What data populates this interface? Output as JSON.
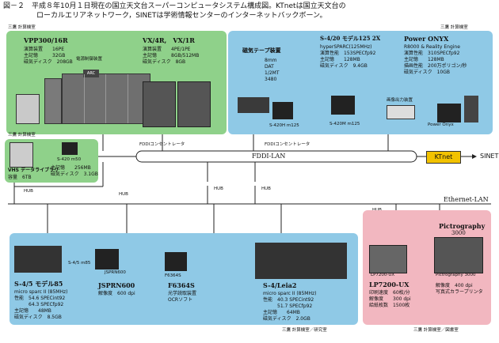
{
  "caption": {
    "line1": "図－２　平成８年10月１日現在の国立天文台スーパーコンピュータシステム構成図。KTnetは国立天文台の",
    "line2": "ローカルエリアネットワーク，SINETは学術情報センターのインターネットバックボーン。"
  },
  "location_labels": {
    "top_left": "三鷹 計算機室",
    "top_right": "三鷹 計算機室",
    "mid_left": "三鷹 計算機室",
    "bottom_center": "三鷹 計算機室／研究室",
    "bottom_right": "三鷹 計算機室／図書室"
  },
  "top_left_panel": {
    "vpp": {
      "title": "VPP300/16R",
      "specs": "演算装置　　16PE\n主記憶　　　32GB\n磁気ディスク　208GB"
    },
    "vx": {
      "title": "VX/4R,　VX/1R",
      "specs": "演算装置　　4PE/1PE\n主記憶　　　8GB/512MB\n磁気ディスク　8GB"
    },
    "cooling_label": "電源制御装置",
    "arc_label": "ARC"
  },
  "top_right_panel": {
    "tape": {
      "title": "磁気テープ装置",
      "specs": "8mm\nDAT\n1/2MT\n3480"
    },
    "s420": {
      "title": "S-4/20 モデル125 2X",
      "specs": "hyperSPARC(125MHz)\n演算性能　153SPECfp92\n主記憶　　128MB\n磁気ディスク　9.4GB"
    },
    "onyx": {
      "title": "Power ONYX",
      "specs": "R8000 & Reality Engine\n演算性能　310SPECfp92\n主記憶　　128MB\n描画性能　200万ポリゴン/秒\n磁気ディスク　10GB"
    },
    "s420h": "S-420H m125",
    "s420m": "S-420M m125",
    "print": "画像出力装置",
    "onyx_small": "Power Onyx"
  },
  "vhs_panel": {
    "title": "VHS データライブラリ",
    "capacity": "容量　6TB",
    "s420_label": "S-420 m50",
    "specs": "主記憶　　256MB\n磁気ディスク　3.1GB"
  },
  "network": {
    "fddi_label": "FDDI-LAN",
    "fddi_conc_left": "FDDIコンセントレータ",
    "fddi_conc_right": "FDDIコンセントレータ",
    "ktnet": "KTnet",
    "sinet": "SINET",
    "ethernet": "Ethernet-LAN",
    "hub": "HUB"
  },
  "bottom_left_panel": {
    "s45": {
      "title": "S-4/5 モデル85",
      "specs": "micro sparc II (85MHz)\n性能　54.6 SPECint92\n　　　64.3 SPECfp92\n主記憶　　48MB\n磁気ディスク　8.5GB"
    },
    "jspr": {
      "title": "JSPRN600",
      "specs": "解像度　600 dpi"
    },
    "f6364": {
      "title": "F6364S",
      "specs": "光学読取装置\nOCRソフト"
    },
    "leia": {
      "title": "S-4/Leia2",
      "specs": "micro sparc II (85MHz)\n性能　40.3 SPECint92\n　　　51.7 SPECfp92\n主記憶　　64MB\n磁気ディスク　2.0GB"
    },
    "s45_small": "S-4/5 m85",
    "jspr_small": "JSPRN600",
    "f6364_small": "F6364S"
  },
  "bottom_right_panel": {
    "lp": {
      "title": "LP7200-UX",
      "specs": "印刷速度　60枚/分\n解像度　　300 dpi\n給紙枚数　1500枚"
    },
    "picto": {
      "title": "Pictrography",
      "model": "3000",
      "specs": "解像度　400 dpi\n写真式カラープリンタ"
    },
    "lp_small": "LP7200-UX",
    "picto_small": "Pictrography 3000"
  },
  "colors": {
    "green": "#8fd18a",
    "blue": "#8fc9e6",
    "pink": "#f2b7c0",
    "ktnet": "#f2c200"
  }
}
